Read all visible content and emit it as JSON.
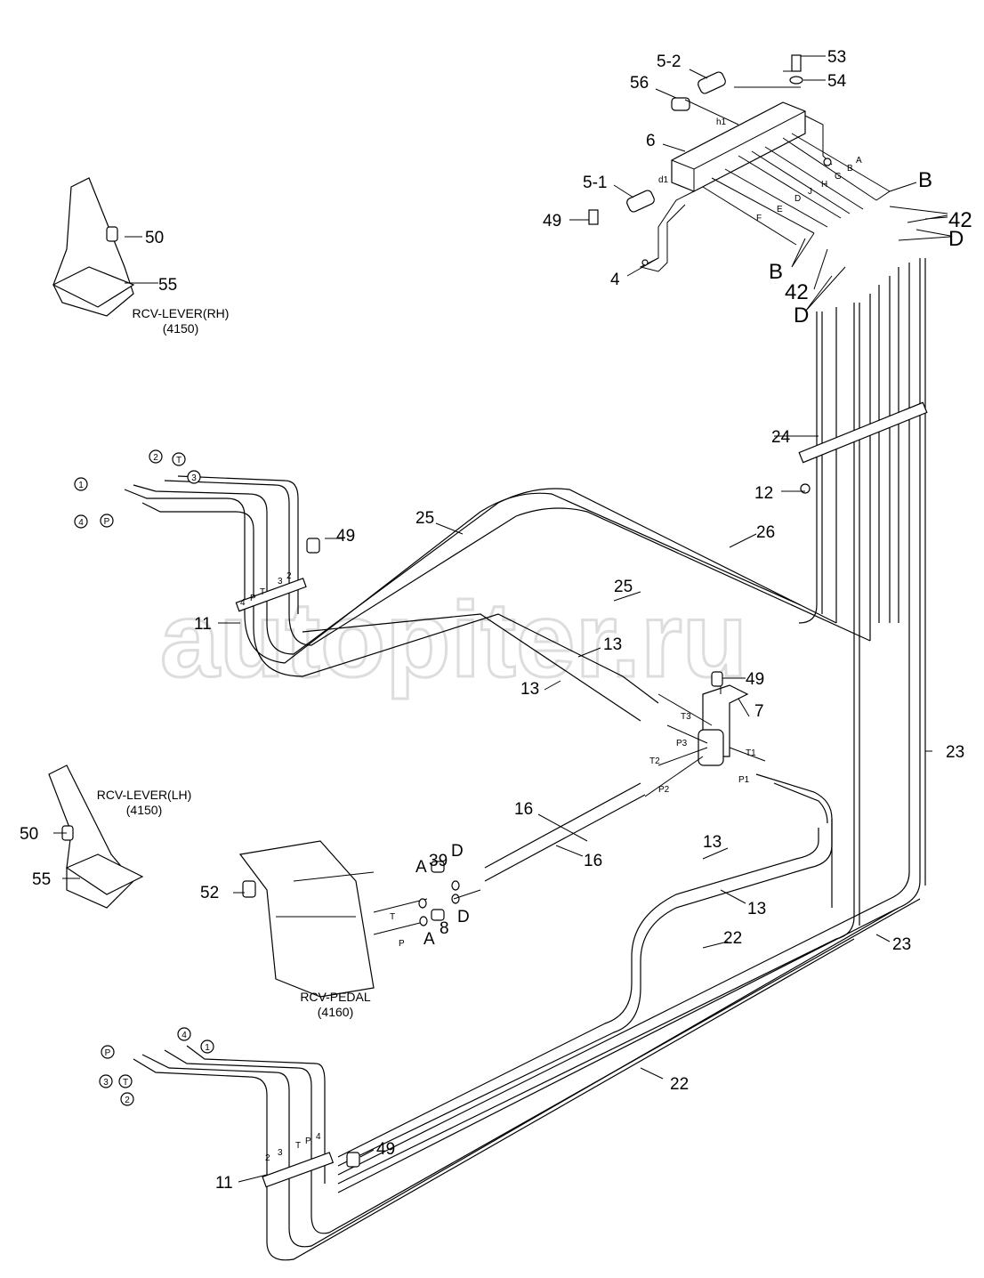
{
  "watermark": "autopiter.ru",
  "callouts": [
    "53",
    "54",
    "5-2",
    "56",
    "6",
    "5-1",
    "49",
    "4",
    "50",
    "55",
    "RCV-LEVER(RH)",
    "(4150)",
    "24",
    "12",
    "25",
    "49",
    "26",
    "25",
    "11",
    "13",
    "13",
    "49",
    "7",
    "23",
    "RCV-LEVER(LH)",
    "(4150)",
    "50",
    "55",
    "16",
    "16",
    "39",
    "D",
    "A",
    "13",
    "52",
    "D",
    "8",
    "A",
    "13",
    "22",
    "23",
    "RCV-PEDAL",
    "(4160)",
    "22",
    "49",
    "11"
  ],
  "port_letters": [
    "h1",
    "d1",
    "A",
    "B",
    "G",
    "H",
    "J",
    "D",
    "E",
    "F",
    "T3",
    "P3",
    "T1",
    "P1",
    "T2",
    "P2",
    "T",
    "P"
  ],
  "group_letters": [
    "B",
    "42",
    "D",
    "B",
    "42",
    "D"
  ],
  "circled_ports_rh": [
    "1",
    "2",
    "T",
    "3",
    "4",
    "P"
  ],
  "circled_ports_lh": [
    "P",
    "4",
    "1",
    "3",
    "T",
    "2"
  ],
  "bundle_marks_rh": [
    "4",
    "P",
    "T",
    "3",
    "2"
  ],
  "bundle_marks_lh": [
    "2",
    "3",
    "T",
    "P",
    "4"
  ]
}
